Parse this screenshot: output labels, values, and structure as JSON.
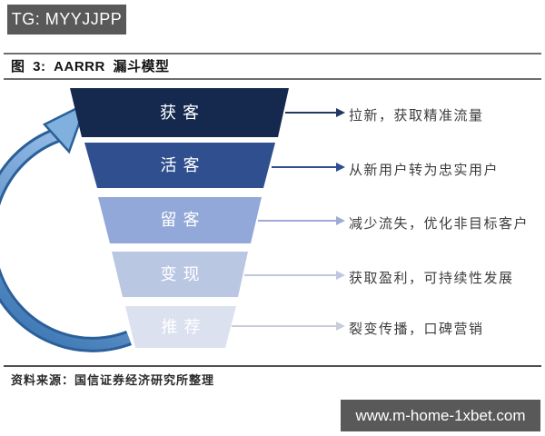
{
  "badges": {
    "top_left": "TG: MYYJJPP",
    "bottom_right": "www.m-home-1xbet.com"
  },
  "figure": {
    "title": "图 3: AARRR 漏斗模型",
    "source": "资料来源：国信证券经济研究所整理"
  },
  "funnel": {
    "type": "funnel",
    "levels": [
      {
        "label": "获客",
        "description": "拉新，获取精准流量",
        "color": "#15294f",
        "arrow_color": "#1f3864"
      },
      {
        "label": "活客",
        "description": "从新用户转为忠实用户",
        "color": "#2f4f8f",
        "arrow_color": "#2f4d8f"
      },
      {
        "label": "留客",
        "description": "减少流失，优化非目标客户",
        "color": "#92a8d8",
        "arrow_color": "#9fabd6"
      },
      {
        "label": "变现",
        "description": "获取盈利，可持续性发展",
        "color": "#bac7e3",
        "arrow_color": "#bdc7e1"
      },
      {
        "label": "推荐",
        "description": "裂变传播，口碑营销",
        "color": "#dce1f0",
        "arrow_color": "#c9cdd9"
      }
    ]
  },
  "cycle_arrow": {
    "meaning": "loop-back-from-referral-to-acquisition",
    "color_dark": "#2b5f99",
    "color_light": "#8fb8e4"
  }
}
